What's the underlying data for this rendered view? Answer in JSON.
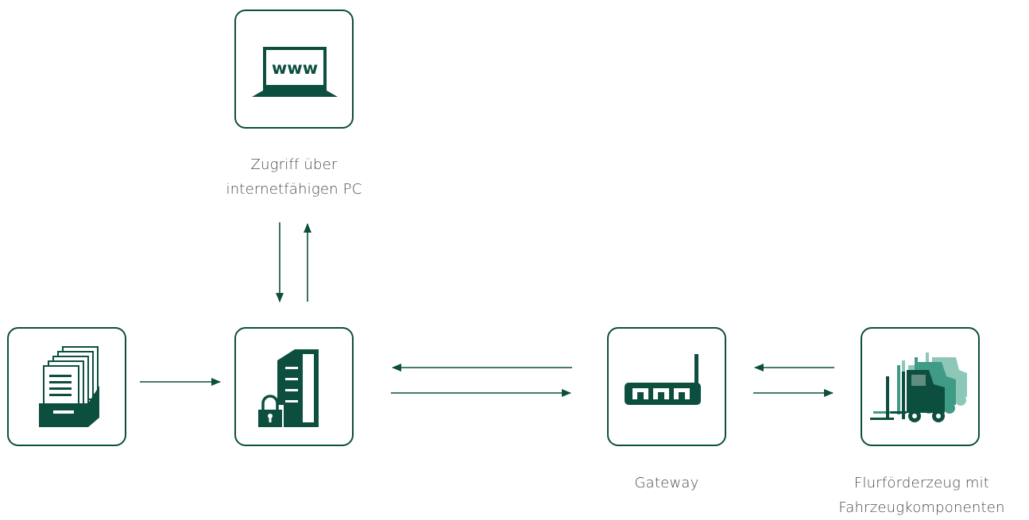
{
  "captions": {
    "pc": {
      "line1": "Zugriff über",
      "line2": "internetfähigen PC"
    },
    "gateway": {
      "line1": "Gateway"
    },
    "vehicle": {
      "line1": "Flurförderzeug mit",
      "line2": "Fahrzeugkomponenten"
    }
  },
  "icons": {
    "laptop_screen_text": "www"
  },
  "colors": {
    "primary": "#0d4f3f",
    "accent": "#2a8a78",
    "text": "#4a4a4a"
  }
}
